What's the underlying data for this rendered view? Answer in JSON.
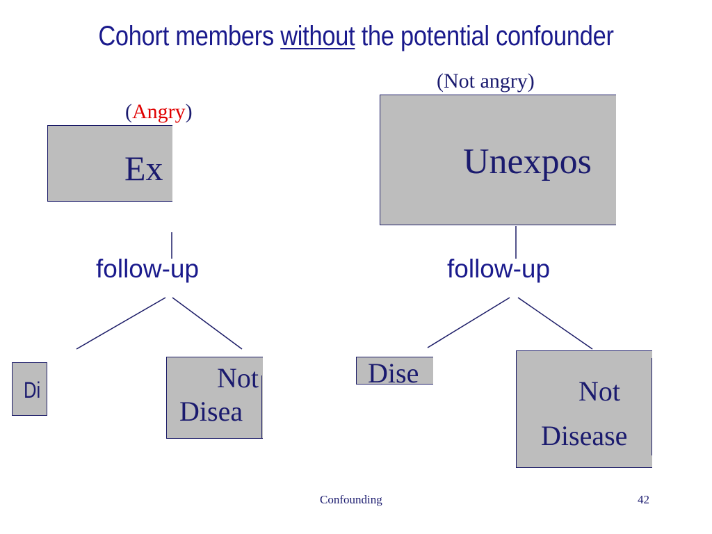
{
  "slide": {
    "title_pre": "Cohort members ",
    "title_emph": "without",
    "title_post": " the potential confounder"
  },
  "left_branch": {
    "group_paren_open": "(",
    "group_label": "Angry",
    "group_paren_close": ")",
    "group_label_color": "#e00000",
    "exposure_box": "Ex",
    "follow_up": "follow-up",
    "disease_box": "Di",
    "not_disease_line1": "Not",
    "not_disease_line2": "Disea"
  },
  "right_branch": {
    "group_label": "(Not angry)",
    "exposure_box": "Unexpos",
    "follow_up": "follow-up",
    "disease_box": "Dise",
    "not_disease_line1": "Not",
    "not_disease_line2": "Disease"
  },
  "footer": {
    "center": "Confounding",
    "page": "42"
  },
  "colors": {
    "text_navy": "#1a1a8c",
    "box_fill": "#bdbdbd",
    "line": "#1a1a66"
  }
}
